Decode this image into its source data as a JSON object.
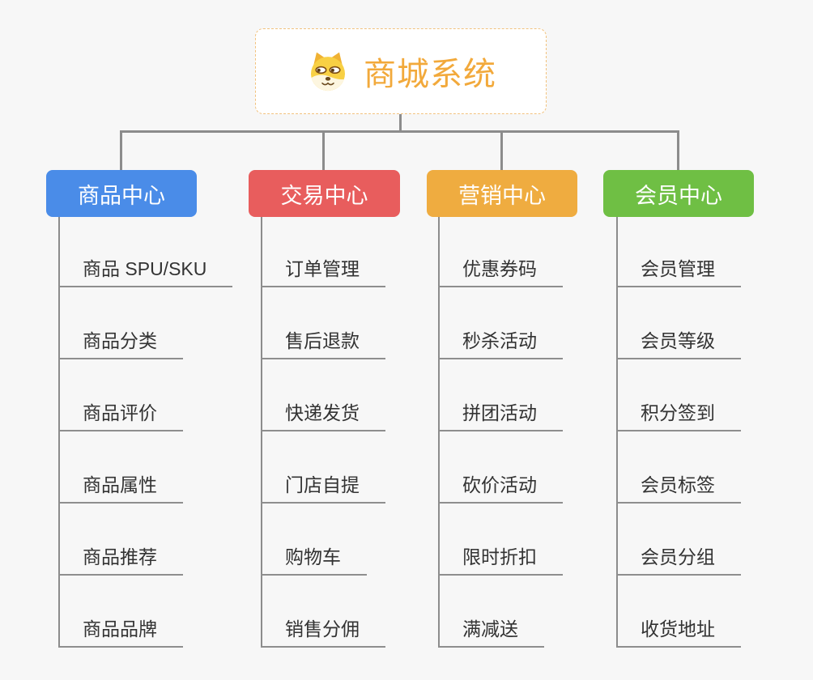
{
  "canvas": {
    "background_color": "#f7f7f7",
    "connector_color": "#8c8c8c",
    "leaf_text_color": "#333333"
  },
  "root": {
    "label": "商城系统",
    "text_color": "#f2a93b",
    "border_color": "#f2c27e",
    "icon": "shiba-dog-icon"
  },
  "branches": [
    {
      "label": "商品中心",
      "color": "#4a8ce8",
      "children": [
        "商品 SPU/SKU",
        "商品分类",
        "商品评价",
        "商品属性",
        "商品推荐",
        "商品品牌"
      ]
    },
    {
      "label": "交易中心",
      "color": "#e85d5d",
      "children": [
        "订单管理",
        "售后退款",
        "快递发货",
        "门店自提",
        "购物车",
        "销售分佣"
      ]
    },
    {
      "label": "营销中心",
      "color": "#efac40",
      "children": [
        "优惠券码",
        "秒杀活动",
        "拼团活动",
        "砍价活动",
        "限时折扣",
        "满减送"
      ]
    },
    {
      "label": "会员中心",
      "color": "#6fbf44",
      "children": [
        "会员管理",
        "会员等级",
        "积分签到",
        "会员标签",
        "会员分组",
        "收货地址"
      ]
    }
  ]
}
